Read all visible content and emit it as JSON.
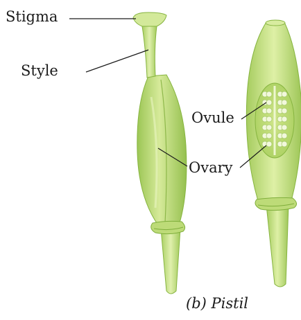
{
  "labels": {
    "stigma": "Stigma",
    "style": "Style",
    "ovule": "Ovule",
    "ovary": "Ovary"
  },
  "caption": "(b) Pistil",
  "colors": {
    "tissue_light": "#d9ec9c",
    "tissue_mid": "#b5d66a",
    "tissue_dark": "#8fbd4a",
    "ovule": "#f2f8dc"
  }
}
